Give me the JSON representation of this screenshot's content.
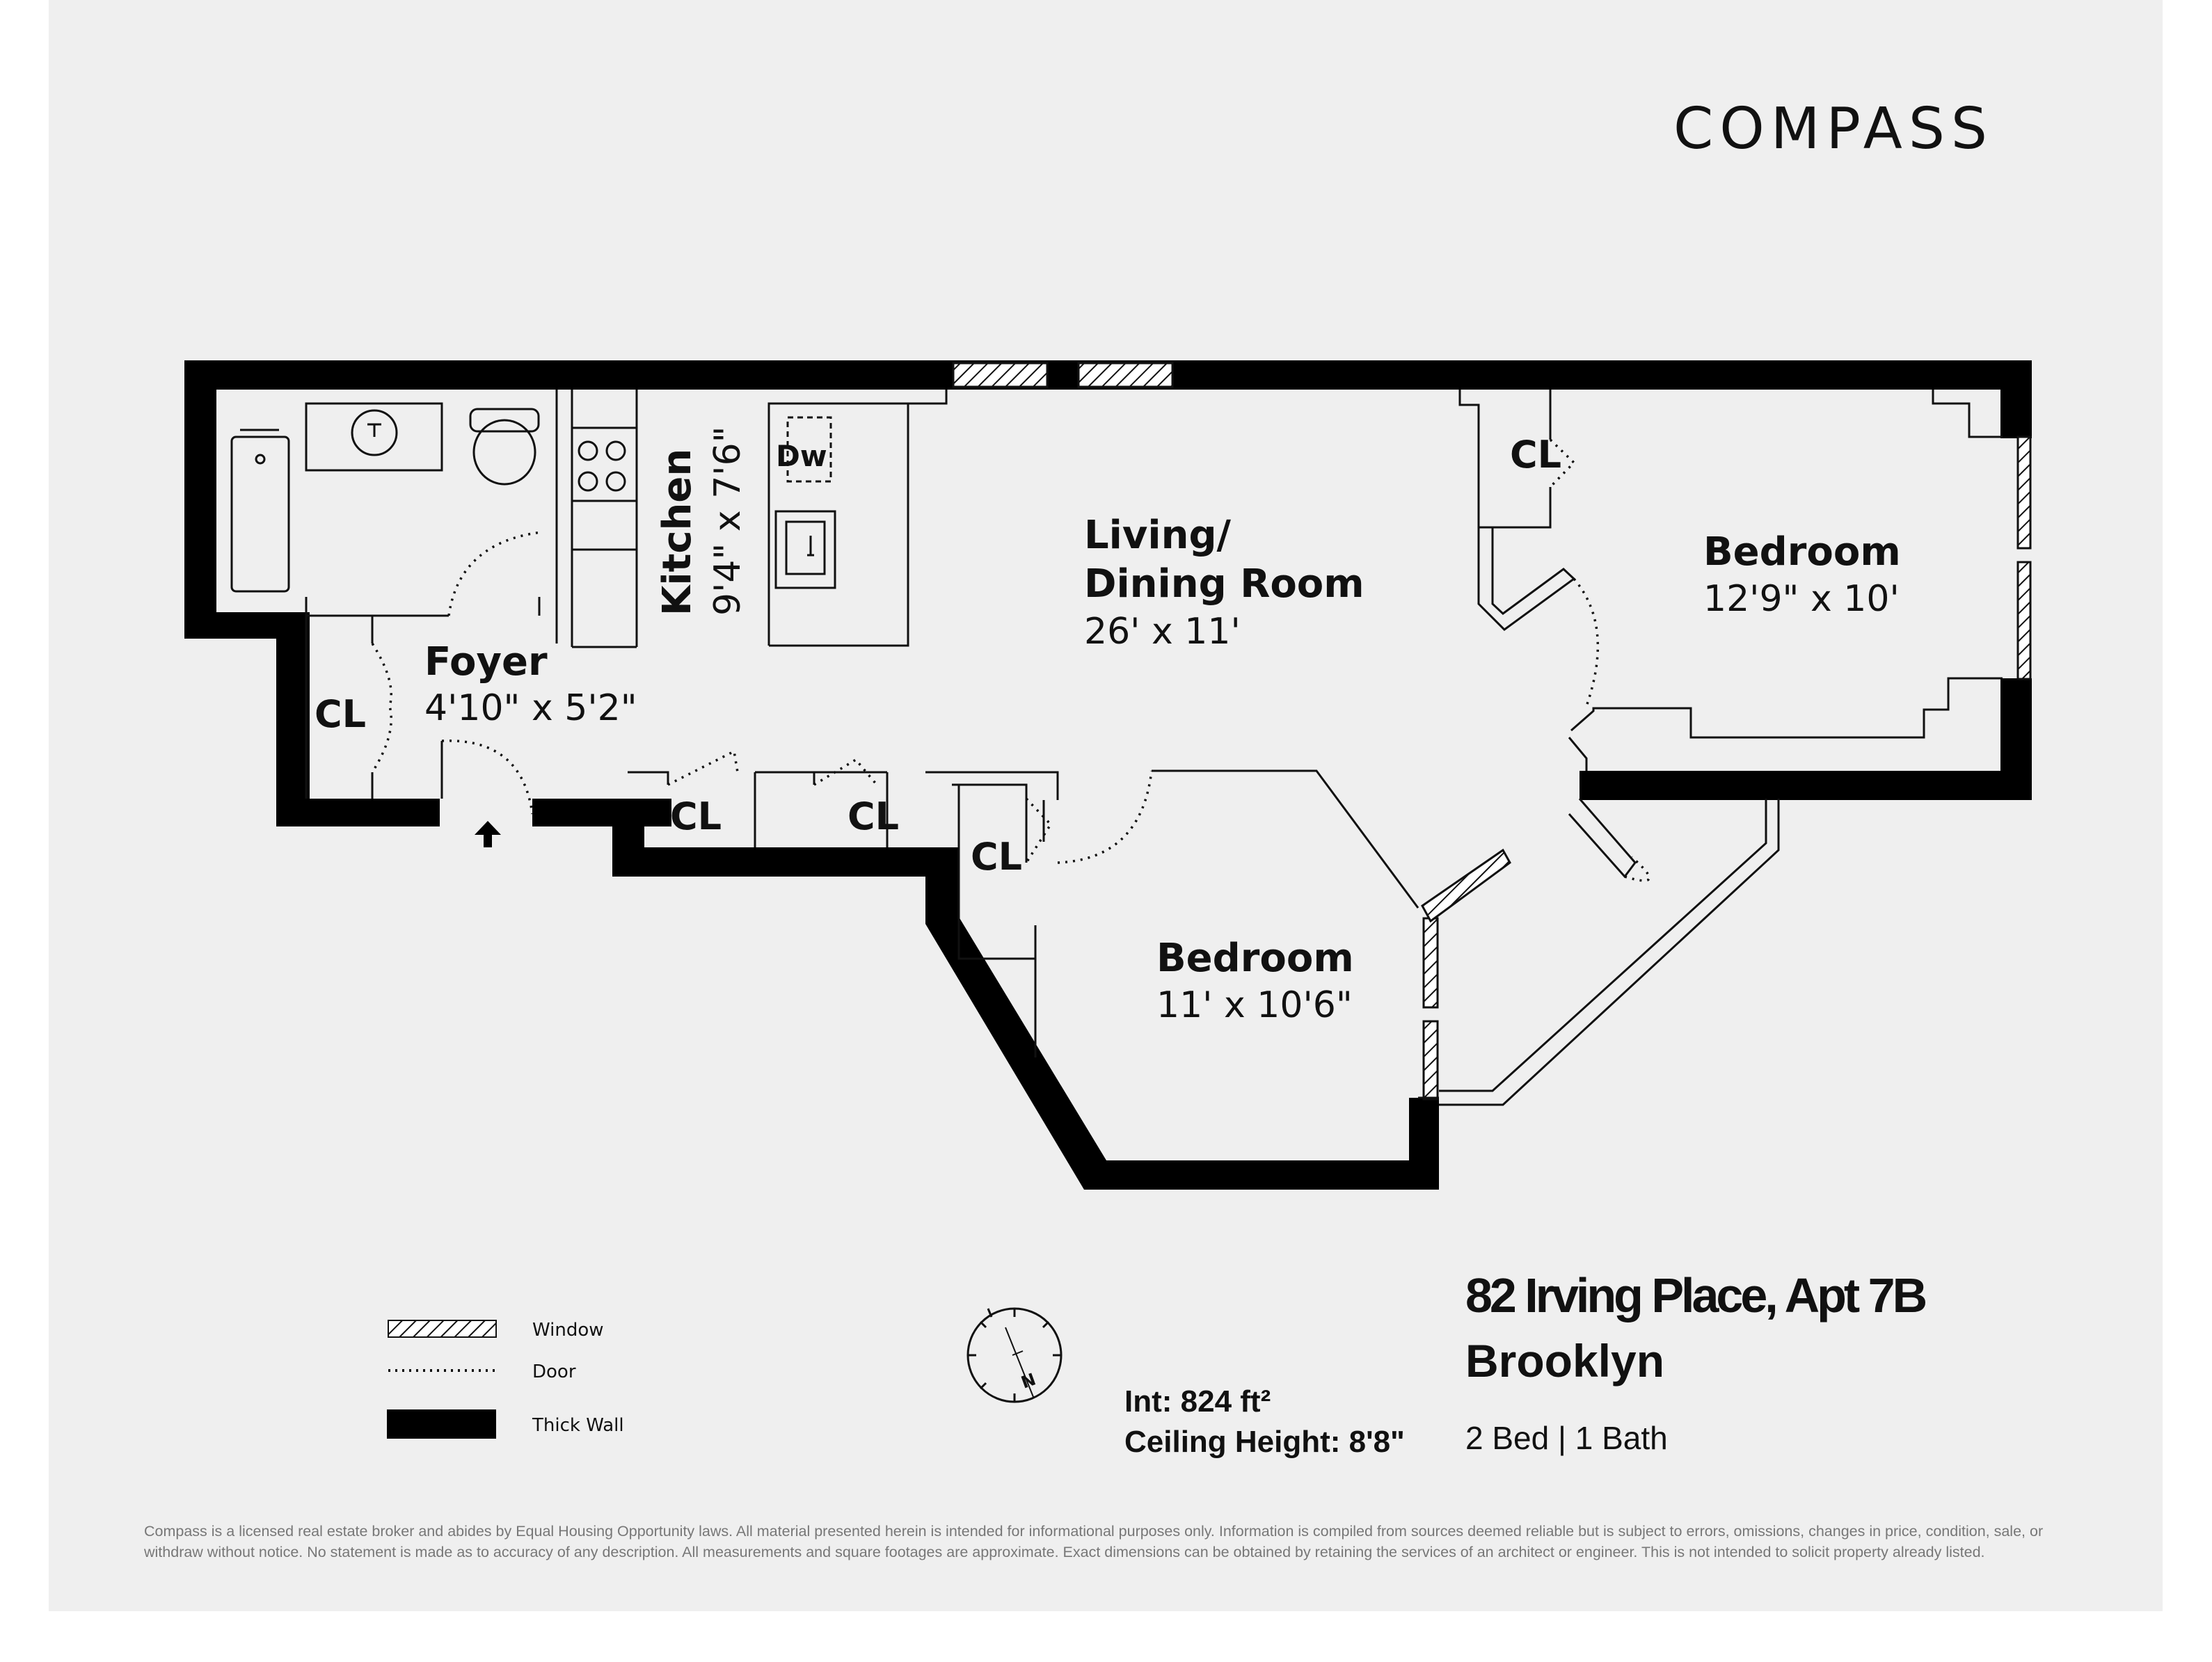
{
  "brand": "COMPASS",
  "rooms": {
    "kitchen": {
      "name": "Kitchen",
      "dims": "9'4\" x 7'6\""
    },
    "dishwasher": "Dw",
    "living": {
      "name1": "Living/",
      "name2": "Dining Room",
      "dims": "26' x 11'"
    },
    "bedroom1": {
      "name": "Bedroom",
      "dims": "12'9\" x 10'"
    },
    "bedroom2": {
      "name": "Bedroom",
      "dims": "11' x 10'6\""
    },
    "foyer": {
      "name": "Foyer",
      "dims": "4'10\" x 5'2\""
    },
    "closet": "CL"
  },
  "legend": {
    "window": "Window",
    "door": "Door",
    "thick_wall": "Thick Wall"
  },
  "compass_mark": "N",
  "stats": {
    "interior": "Int: 824 ft²",
    "ceiling": "Ceiling Height: 8'8\""
  },
  "address": {
    "line1": "82 Irving Place, Apt 7B",
    "line2": "Brooklyn",
    "beds_baths": "2 Bed | 1 Bath"
  },
  "disclaimer": "Compass is a licensed real estate broker and abides by Equal Housing Opportunity laws. All material presented herein is intended for informational purposes only. Information is compiled from sources deemed reliable but is subject to errors, omissions, changes in price, condition, sale, or withdraw without notice. No statement is made as to accuracy of any description. All measurements and square footages are approximate. Exact dimensions can be obtained by retaining the services of an architect or engineer. This is not intended to solicit property already listed."
}
